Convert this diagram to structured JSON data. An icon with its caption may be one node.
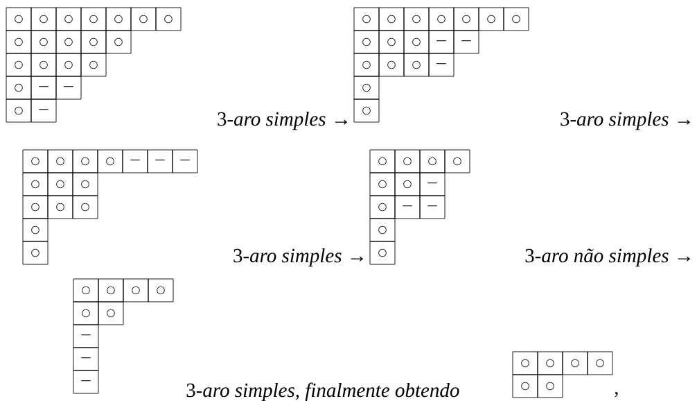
{
  "diagram": {
    "nodes": [
      {
        "text": [
          "○",
          "○",
          "○",
          "○",
          "○",
          "○",
          "○",
          "○",
          "○",
          "○",
          "○",
          "○",
          "○",
          "○",
          "○",
          "○",
          "○",
          "—",
          "—",
          "○",
          "—"
        ]
      },
      {
        "text": [
          "○",
          "○",
          "○",
          "○",
          "○",
          "○",
          "○",
          "○",
          "○",
          "○",
          "—",
          "—",
          "○",
          "○",
          "○",
          "—",
          "○",
          "○"
        ]
      },
      {
        "text": [
          "○",
          "○",
          "○",
          "○",
          "—",
          "—",
          "—",
          "○",
          "○",
          "○",
          "○",
          "○",
          "○",
          "○",
          "○"
        ]
      },
      {
        "text": [
          "○",
          "○",
          "○",
          "○",
          "○",
          "○",
          "—",
          "○",
          "—",
          "—",
          "○",
          "○"
        ]
      },
      {
        "text": [
          "○",
          "○",
          "○",
          "○",
          "○",
          "○",
          "—",
          "—",
          "—"
        ]
      },
      {
        "text": [
          "○",
          "○",
          "○",
          "○",
          "○",
          "○"
        ]
      }
    ],
    "labels": [
      "3-*aro simples* →",
      "3-*aro simples* →",
      "3-*aro simples* →",
      "3-*aro não simples* →",
      "3-*aro simples, finalmente obtendo*",
      ","
    ]
  }
}
